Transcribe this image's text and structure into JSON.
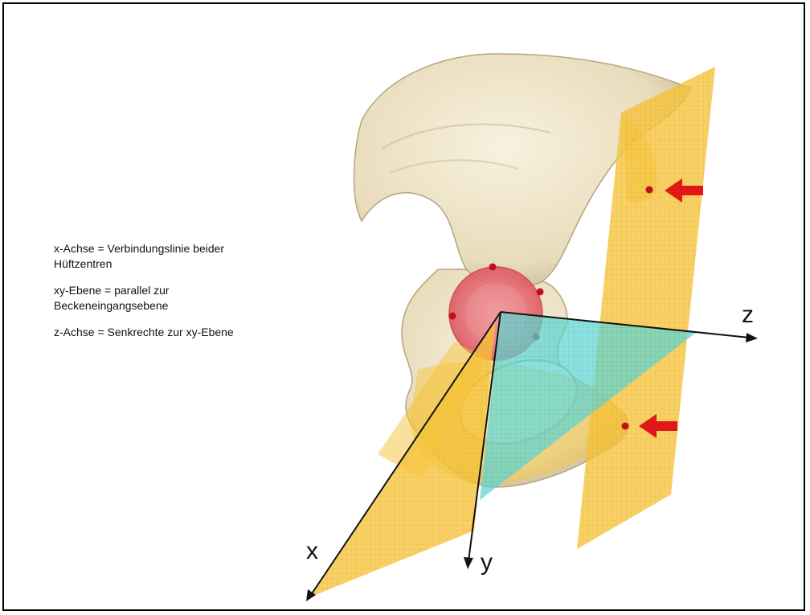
{
  "legend": {
    "x_axis_line1": "x-Achse = Verbindungslinie beider",
    "x_axis_line2": "Hüftzentren",
    "xy_plane_line1": "xy-Ebene = parallel zur",
    "xy_plane_line2": "Beckeneingangsebene",
    "z_axis": "z-Achse = Senkrechte zur xy-Ebene"
  },
  "axes": {
    "x_label": "x",
    "y_label": "y",
    "z_label": "z"
  },
  "colors": {
    "bone": "#efe6cf",
    "bone_shadow": "#c9b98f",
    "yellow_plane": "#f6c338",
    "cyan_plane": "#5fd6d2",
    "acetabulum_red": "#e8656d",
    "marker_red": "#c0101a",
    "arrow_red": "#e01818"
  },
  "icons": {
    "marker_arrow": "red-arrow-left-icon",
    "landmark_point": "red-dot-icon"
  }
}
